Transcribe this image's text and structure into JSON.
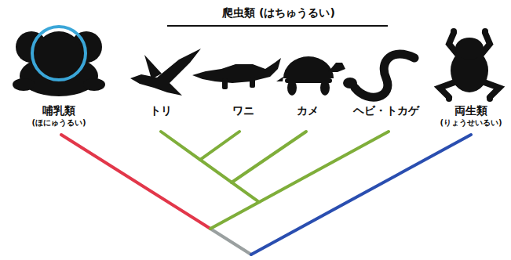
{
  "diagram": {
    "labels": [
      "爬虫類 (はちゅうるい)",
      "哺乳類",
      "(ほにゅうるい)",
      "トリ",
      "ワニ",
      "カメ",
      "ヘビ・トカゲ",
      "両生類",
      "(りょうせいるい)"
    ]
  }
}
